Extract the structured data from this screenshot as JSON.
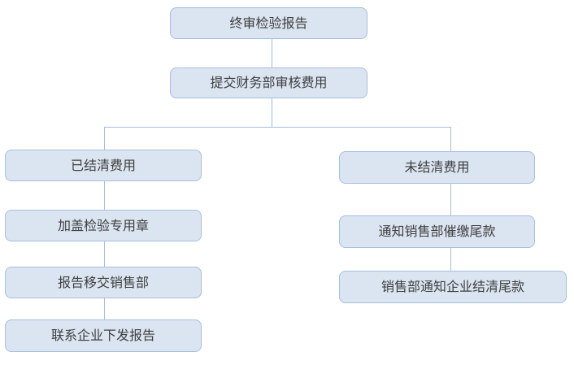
{
  "diagram": {
    "type": "flowchart",
    "colors": {
      "background": "#ffffff",
      "node_fill": "#dbe5f1",
      "node_border": "#a7bedd",
      "connector": "#a7bedd",
      "text": "#3e3e3e"
    },
    "nodes": [
      {
        "id": "final-report",
        "label": "终审检验报告"
      },
      {
        "id": "submit-finance",
        "label": "提交财务部审核费用"
      },
      {
        "id": "settled",
        "label": "已结清费用"
      },
      {
        "id": "stamp-seal",
        "label": "加盖检验专用章"
      },
      {
        "id": "transfer-sales",
        "label": "报告移交销售部"
      },
      {
        "id": "contact-enterprise",
        "label": "联系企业下发报告"
      },
      {
        "id": "unsettled",
        "label": "未结清费用"
      },
      {
        "id": "notify-sales-dept",
        "label": "通知销售部催缴尾款"
      },
      {
        "id": "sales-notify-enterprise",
        "label": "销售部通知企业结清尾款"
      }
    ],
    "edges": [
      {
        "from": "final-report",
        "to": "submit-finance"
      },
      {
        "from": "submit-finance",
        "to": "settled"
      },
      {
        "from": "submit-finance",
        "to": "unsettled"
      },
      {
        "from": "settled",
        "to": "stamp-seal"
      },
      {
        "from": "stamp-seal",
        "to": "transfer-sales"
      },
      {
        "from": "transfer-sales",
        "to": "contact-enterprise"
      },
      {
        "from": "unsettled",
        "to": "notify-sales-dept"
      },
      {
        "from": "notify-sales-dept",
        "to": "sales-notify-enterprise"
      }
    ]
  }
}
